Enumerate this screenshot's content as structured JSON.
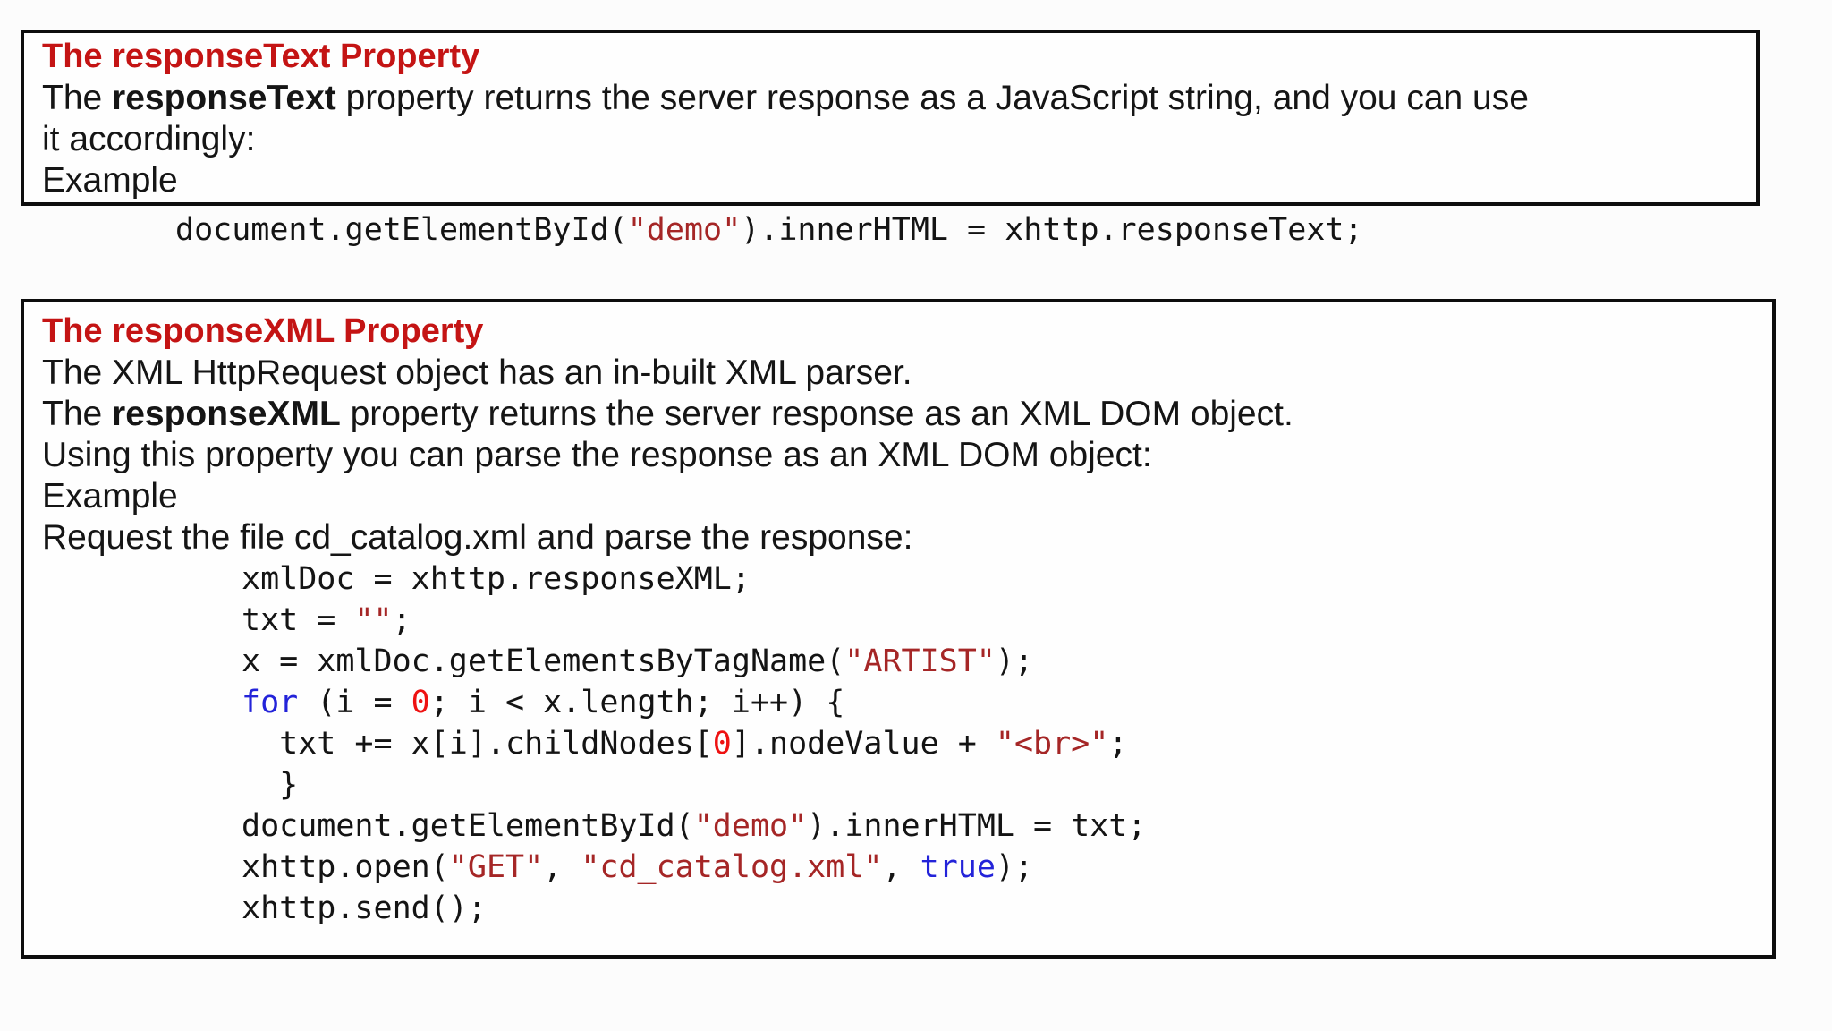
{
  "colors": {
    "title_red": "#c41414",
    "body_text": "#151515",
    "border": "#0d0d0d",
    "code_text": "#141414",
    "code_string": "#a52626",
    "code_number": "#ee1111",
    "code_keyword": "#2323d9"
  },
  "response_text_panel": {
    "title": "The responseText Property",
    "lines": [
      [
        {
          "t": "The "
        },
        {
          "t": "responseText",
          "b": true
        },
        {
          "t": " property returns the server response as a JavaScript string, and you can use"
        }
      ],
      [
        {
          "t": "it accordingly:"
        }
      ],
      [
        {
          "t": "Example"
        }
      ]
    ]
  },
  "standalone_code": [
    [
      {
        "t": "document.getElementById("
      },
      {
        "t": "\"demo\"",
        "c": "string"
      },
      {
        "t": ").innerHTML = xhttp.responseText;"
      }
    ]
  ],
  "response_xml_panel": {
    "title": "The responseXML Property",
    "lines": [
      [
        {
          "t": "The XML HttpRequest object has an in-built XML parser."
        }
      ],
      [
        {
          "t": "The "
        },
        {
          "t": "responseXML",
          "b": true
        },
        {
          "t": " property returns the server response as an XML DOM object."
        }
      ],
      [
        {
          "t": "Using this property you can parse the response as an XML DOM object:"
        }
      ],
      [
        {
          "t": "Example"
        }
      ],
      [
        {
          "t": "Request the file cd_catalog.xml and parse the response:"
        }
      ]
    ],
    "code": [
      [
        {
          "t": "xmlDoc = xhttp.responseXML;"
        }
      ],
      [
        {
          "t": "txt = "
        },
        {
          "t": "\"\"",
          "c": "string"
        },
        {
          "t": ";"
        }
      ],
      [
        {
          "t": "x = xmlDoc.getElementsByTagName("
        },
        {
          "t": "\"ARTIST\"",
          "c": "string"
        },
        {
          "t": ");"
        }
      ],
      [
        {
          "t": "for",
          "c": "keyword"
        },
        {
          "t": " (i = "
        },
        {
          "t": "0",
          "c": "number"
        },
        {
          "t": "; i < x.length; i++) {"
        }
      ],
      [
        {
          "t": "  txt += x[i].childNodes["
        },
        {
          "t": "0",
          "c": "number"
        },
        {
          "t": "].nodeValue + "
        },
        {
          "t": "\"<br>\"",
          "c": "string"
        },
        {
          "t": ";"
        }
      ],
      [
        {
          "t": "  }"
        }
      ],
      [
        {
          "t": "document.getElementById("
        },
        {
          "t": "\"demo\"",
          "c": "string"
        },
        {
          "t": ").innerHTML = txt;"
        }
      ],
      [
        {
          "t": "xhttp.open("
        },
        {
          "t": "\"GET\"",
          "c": "string"
        },
        {
          "t": ", "
        },
        {
          "t": "\"cd_catalog.xml\"",
          "c": "string"
        },
        {
          "t": ", "
        },
        {
          "t": "true",
          "c": "keyword"
        },
        {
          "t": ");"
        }
      ],
      [
        {
          "t": "xhttp.send();"
        }
      ]
    ]
  }
}
